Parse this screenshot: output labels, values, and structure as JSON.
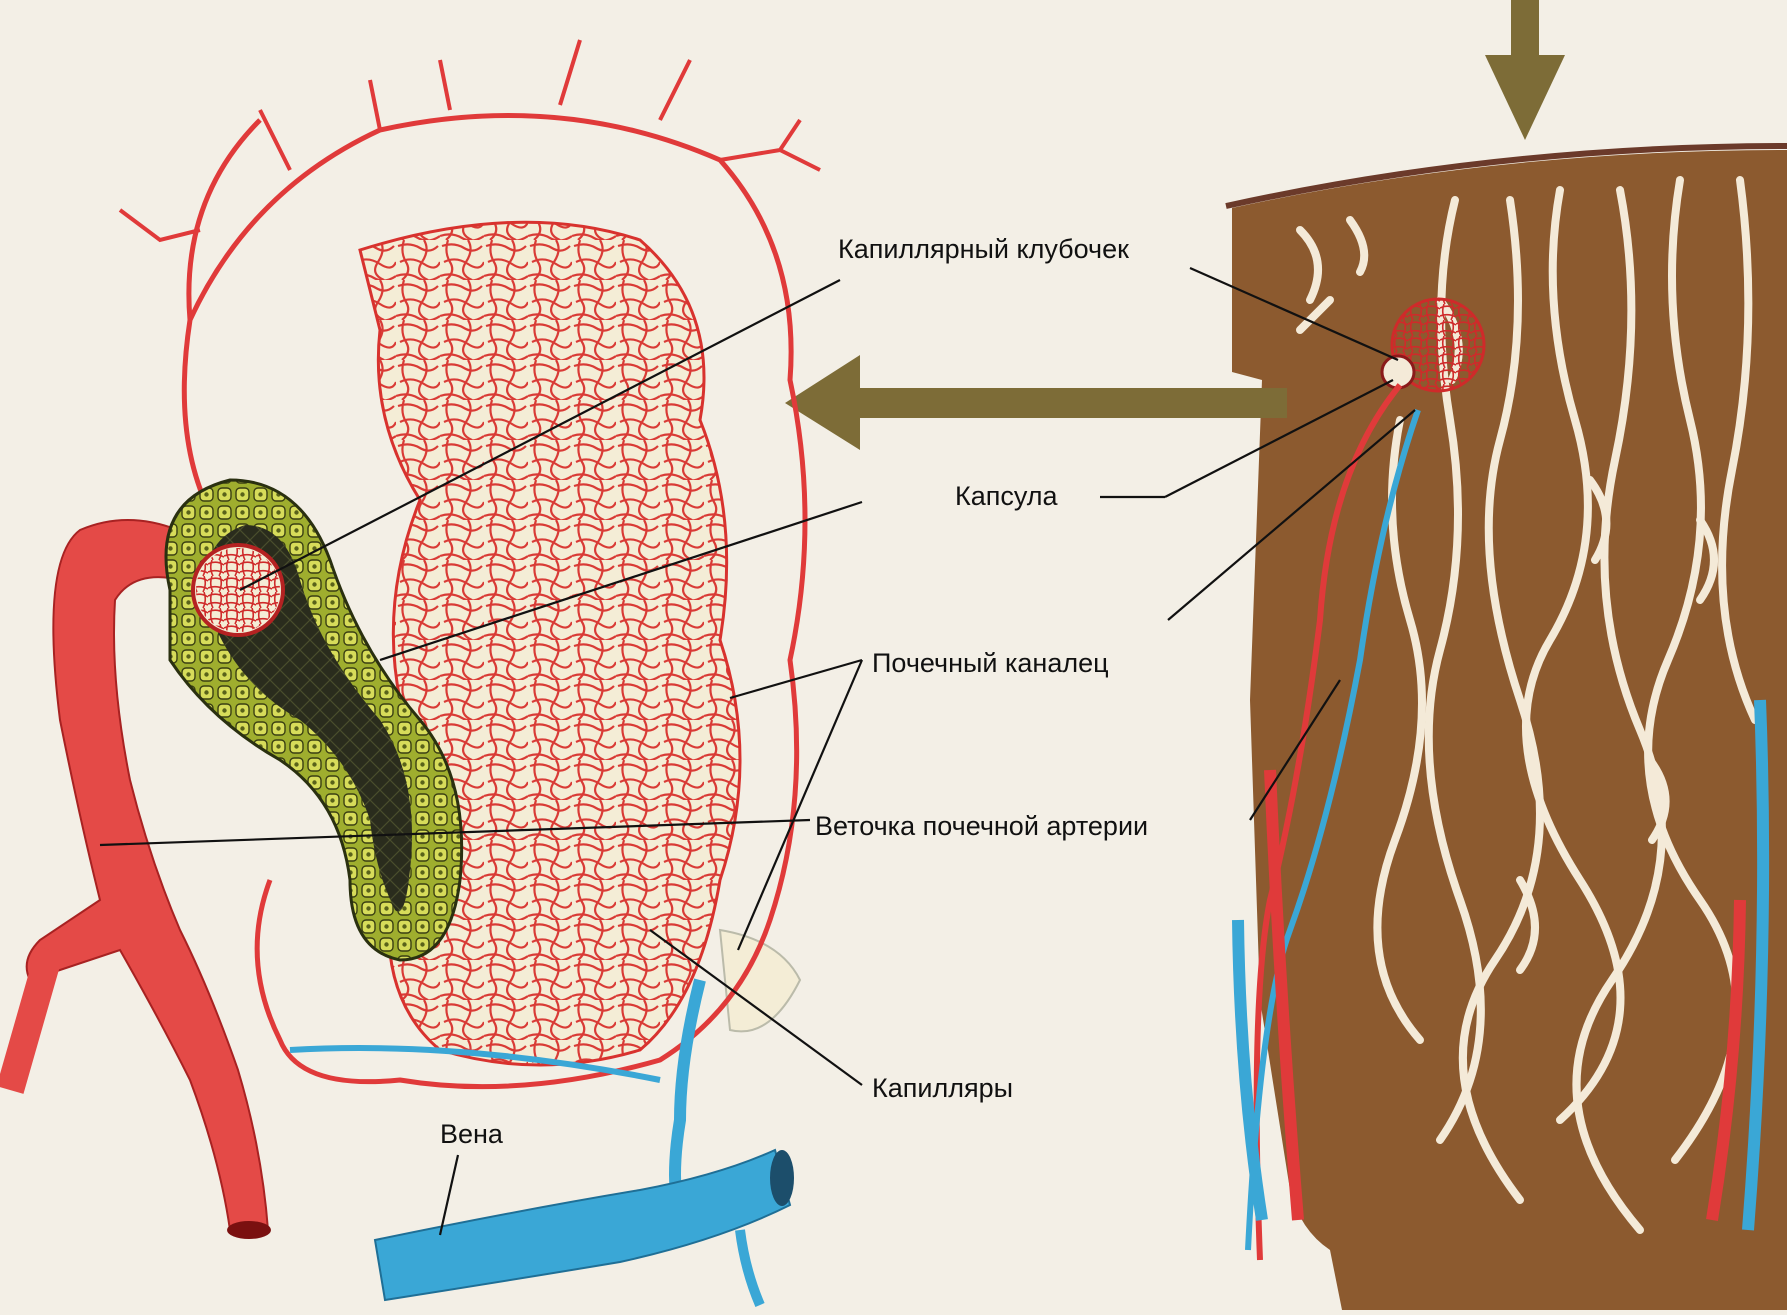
{
  "labels": {
    "glomerulus": "Капиллярный клубочек",
    "capsule": "Капсула",
    "tubule": "Почечный каналец",
    "artery_branch": "Веточка почечной артерии",
    "capillaries": "Капилляры",
    "vein": "Вена"
  },
  "colors": {
    "artery": "#e03a3a",
    "artery_dark": "#b52222",
    "vein": "#3aa7d6",
    "tubule_fill": "#f4edd6",
    "epithelium": "#b6c23a",
    "epithelium_dark": "#1f2a12",
    "cortex": "#8c5a2f",
    "arrow": "#7d6c37",
    "background": "#f3efe6"
  }
}
